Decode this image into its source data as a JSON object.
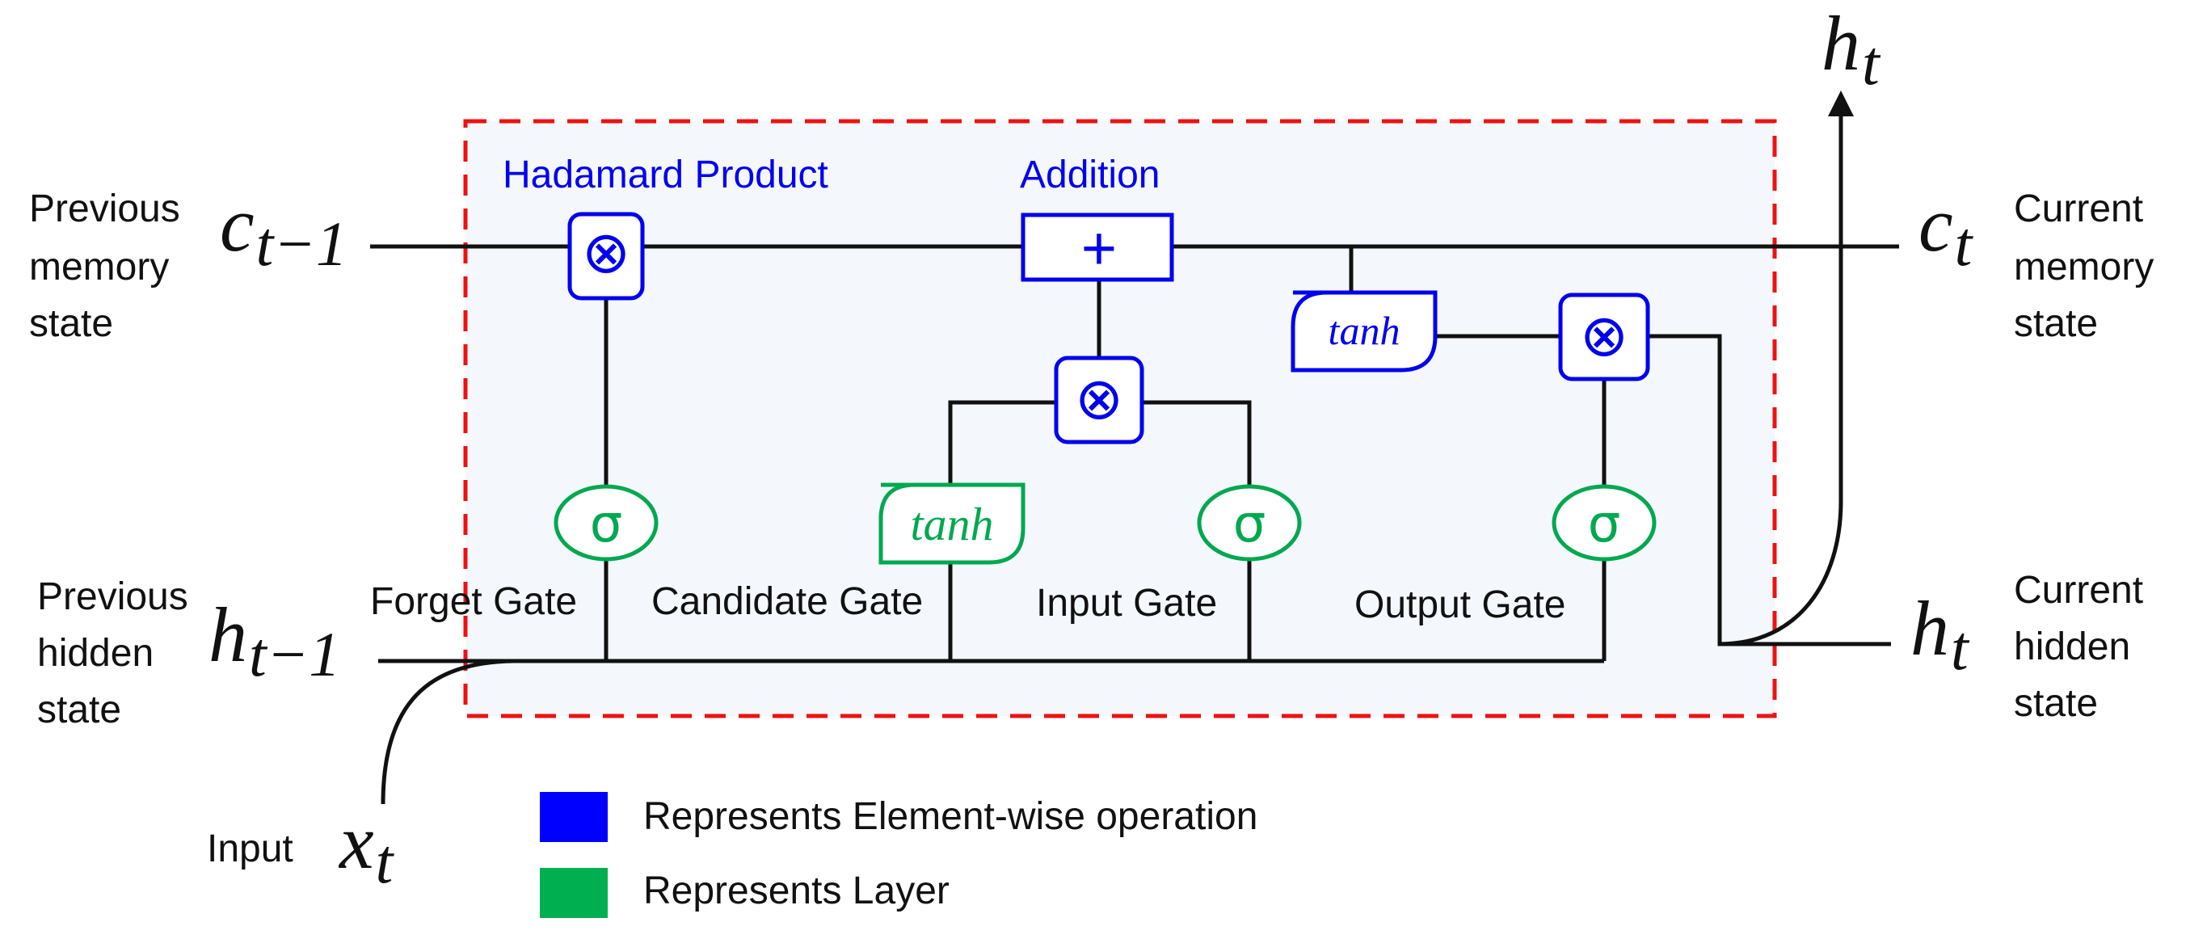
{
  "labels": {
    "hadamard": "Hadamard Product",
    "addition": "Addition",
    "prev_memory": [
      "Previous",
      "memory",
      "state"
    ],
    "current_memory": [
      "Current",
      "memory",
      "state"
    ],
    "prev_hidden": [
      "Previous",
      "hidden",
      "state"
    ],
    "current_hidden": [
      "Current",
      "hidden",
      "state"
    ],
    "input": "Input",
    "forget_gate": "Forget Gate",
    "candidate_gate": "Candidate Gate",
    "input_gate": "Input Gate",
    "output_gate": "Output Gate"
  },
  "symbols": {
    "c_prev_base": "c",
    "c_prev_sub": "t−1",
    "c_cur_base": "c",
    "c_cur_sub": "t",
    "h_prev_base": "h",
    "h_prev_sub": "t−1",
    "h_cur_base": "h",
    "h_cur_sub": "t",
    "h_top_base": "h",
    "h_top_sub": "t",
    "x_base": "x",
    "x_sub": "t",
    "times": "⊗",
    "plus": "+",
    "sigma": "σ",
    "tanh": "tanh"
  },
  "legend": [
    {
      "color": "#0000ff",
      "text": "Represents Element-wise operation"
    },
    {
      "color": "#00b050",
      "text": "Represents Layer"
    }
  ],
  "colors": {
    "operation": "#0000ee",
    "layer": "#00a850",
    "boundary": "#ee1111",
    "cell_fill": "#f4f7fc"
  }
}
